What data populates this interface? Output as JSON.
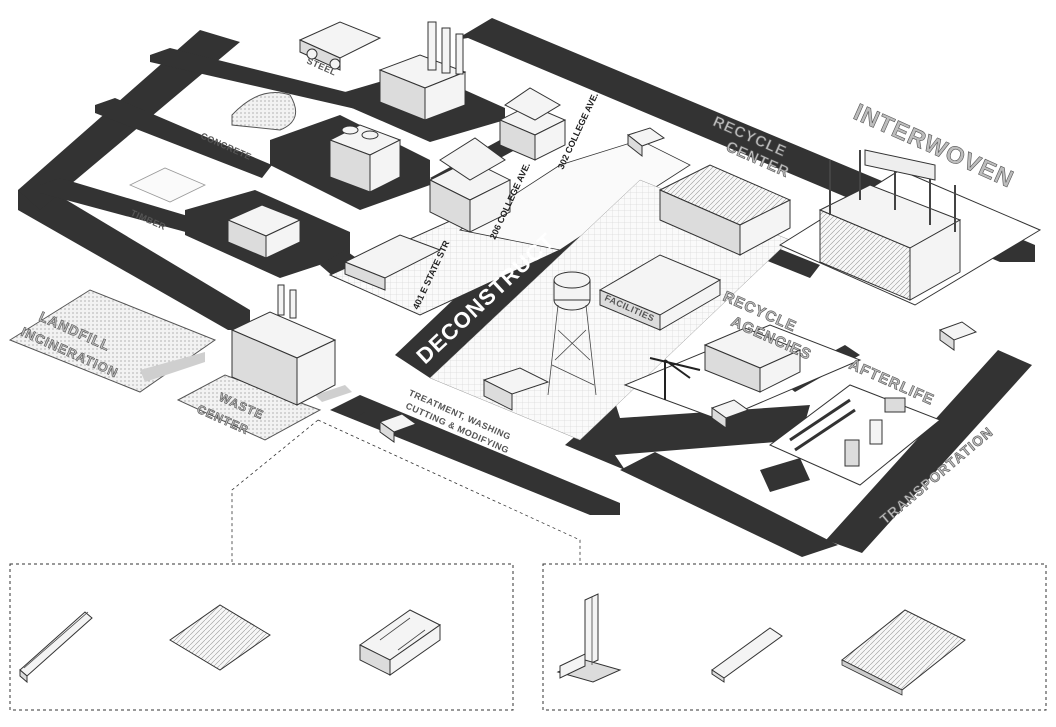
{
  "title": "INTERWOVEN",
  "sources": {
    "steel": "STEEL",
    "concrete": "CONCRETE",
    "timber": "TIMBER"
  },
  "addresses": {
    "state_str": "401 E STATE STR",
    "college_206": "206 COLLEGE AVE.",
    "college_302": "302 COLLEGE AVE."
  },
  "zones": {
    "deconstruct": "DECONSTRUCT",
    "facilities": "FACILITIES",
    "recycle_center": "RECYCLE CENTER",
    "recycle_agencies": "RECYCLE AGENCIES",
    "afterlife": "AFTERLIFE",
    "transportation": "TRANSPORTATION",
    "treatment": "TREATMENT, WASHING CUTTING & MODIFYING",
    "landfill": "LANDFILL INCINERATION",
    "waste_center": "WASTE CENTER"
  },
  "colors": {
    "road": "#333333",
    "label_fill": "#bdbdbd",
    "outline": "#333333"
  }
}
